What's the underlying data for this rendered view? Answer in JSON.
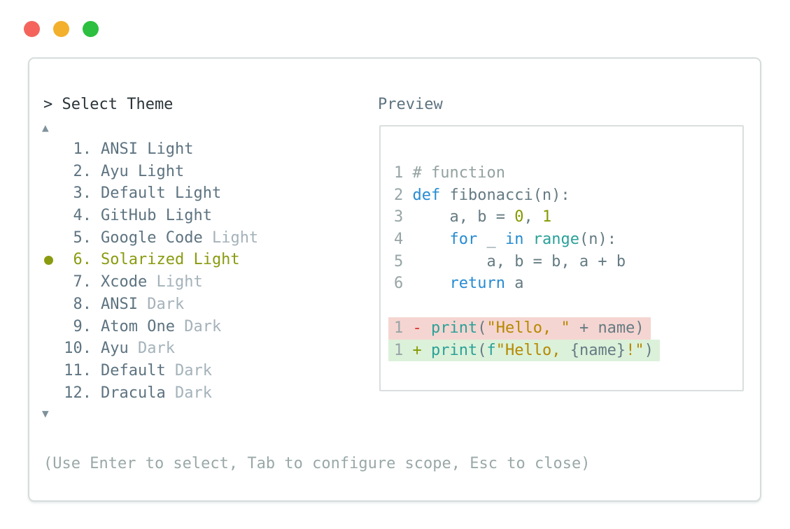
{
  "colors": {
    "tl_red": "#f4645c",
    "tl_yellow": "#f2b02c",
    "tl_green": "#2dbf40",
    "win_border": "#d6dcdc",
    "pane_border": "#dadede",
    "title_text": "#2a3439",
    "slate": "#5d7380",
    "dim": "#a4b2ba",
    "accent": "#8a9b10",
    "arrow": "#7f929b",
    "footer_text": "#9aa8a8",
    "ln": "#97a4a6",
    "comment": "#93a1a1",
    "code": "#657b83",
    "kw": "#268bd2",
    "fn": "#2aa198",
    "str": "#b58900",
    "lit": "#859900",
    "minus": "#dc322f",
    "removed_bg": "#f5d5d1",
    "added_bg": "#dcf1da"
  },
  "window": {
    "controls": [
      {
        "name": "close"
      },
      {
        "name": "minimize"
      },
      {
        "name": "zoom"
      }
    ]
  },
  "palette": {
    "title": "> Select Theme",
    "scroll_up_icon": "▲",
    "scroll_down_icon": "▼",
    "footer_hint": "(Use Enter to select, Tab to configure scope, Esc to close)",
    "themes": [
      {
        "number": "1.",
        "selected": false,
        "segments": [
          {
            "t": "ANSI Light",
            "s": "name"
          }
        ]
      },
      {
        "number": "2.",
        "selected": false,
        "segments": [
          {
            "t": "Ayu Light",
            "s": "name"
          }
        ]
      },
      {
        "number": "3.",
        "selected": false,
        "segments": [
          {
            "t": "Default Light",
            "s": "name"
          }
        ]
      },
      {
        "number": "4.",
        "selected": false,
        "segments": [
          {
            "t": "GitHub Light",
            "s": "name"
          }
        ]
      },
      {
        "number": "5.",
        "selected": false,
        "segments": [
          {
            "t": "Google Code ",
            "s": "name"
          },
          {
            "t": "Light",
            "s": "dim"
          }
        ]
      },
      {
        "number": "6.",
        "selected": true,
        "segments": [
          {
            "t": "Solarized Light",
            "s": "selected"
          }
        ]
      },
      {
        "number": "7.",
        "selected": false,
        "segments": [
          {
            "t": "Xcode ",
            "s": "name"
          },
          {
            "t": "Light",
            "s": "dim"
          }
        ]
      },
      {
        "number": "8.",
        "selected": false,
        "segments": [
          {
            "t": "ANSI ",
            "s": "name"
          },
          {
            "t": "Dark",
            "s": "dim"
          }
        ]
      },
      {
        "number": "9.",
        "selected": false,
        "segments": [
          {
            "t": "Atom One ",
            "s": "name"
          },
          {
            "t": "Dark",
            "s": "dim"
          }
        ]
      },
      {
        "number": "10.",
        "selected": false,
        "segments": [
          {
            "t": "Ayu ",
            "s": "name"
          },
          {
            "t": "Dark",
            "s": "dim"
          }
        ]
      },
      {
        "number": "11.",
        "selected": false,
        "segments": [
          {
            "t": "Default ",
            "s": "name"
          },
          {
            "t": "Dark",
            "s": "dim"
          }
        ]
      },
      {
        "number": "12.",
        "selected": false,
        "segments": [
          {
            "t": "Dracula ",
            "s": "name"
          },
          {
            "t": "Dark",
            "s": "dim"
          }
        ]
      }
    ]
  },
  "preview": {
    "label": "Preview",
    "code_lines": [
      {
        "segments": [
          {
            "t": "1 ",
            "s": "ln"
          },
          {
            "t": "# function",
            "s": "comment"
          }
        ]
      },
      {
        "segments": [
          {
            "t": "2 ",
            "s": "ln"
          },
          {
            "t": "def ",
            "s": "kw"
          },
          {
            "t": "fibonacci(n):",
            "s": "code"
          }
        ]
      },
      {
        "segments": [
          {
            "t": "3 ",
            "s": "ln"
          },
          {
            "t": "    a, b = ",
            "s": "code"
          },
          {
            "t": "0",
            "s": "lit"
          },
          {
            "t": ", ",
            "s": "code"
          },
          {
            "t": "1",
            "s": "lit"
          }
        ]
      },
      {
        "segments": [
          {
            "t": "4 ",
            "s": "ln"
          },
          {
            "t": "    ",
            "s": "code"
          },
          {
            "t": "for",
            "s": "kw"
          },
          {
            "t": " _ ",
            "s": "code"
          },
          {
            "t": "in",
            "s": "kw"
          },
          {
            "t": " ",
            "s": "code"
          },
          {
            "t": "range",
            "s": "fn"
          },
          {
            "t": "(n):",
            "s": "code"
          }
        ]
      },
      {
        "segments": [
          {
            "t": "5 ",
            "s": "ln"
          },
          {
            "t": "        a, b = b, a + b",
            "s": "code"
          }
        ]
      },
      {
        "segments": [
          {
            "t": "6 ",
            "s": "ln"
          },
          {
            "t": "    ",
            "s": "code"
          },
          {
            "t": "return",
            "s": "kw"
          },
          {
            "t": " a",
            "s": "code"
          }
        ]
      },
      {
        "segments": []
      },
      {
        "diff": "removed",
        "segments": [
          {
            "t": "1 ",
            "s": "ln"
          },
          {
            "t": "- ",
            "s": "minus"
          },
          {
            "t": "print",
            "s": "fn"
          },
          {
            "t": "(",
            "s": "code"
          },
          {
            "t": "\"Hello, \"",
            "s": "str"
          },
          {
            "t": " + name)",
            "s": "code"
          }
        ]
      },
      {
        "diff": "added",
        "segments": [
          {
            "t": "1 ",
            "s": "ln"
          },
          {
            "t": "+ ",
            "s": "plus"
          },
          {
            "t": "print",
            "s": "fn"
          },
          {
            "t": "(",
            "s": "code"
          },
          {
            "t": "f",
            "s": "fn"
          },
          {
            "t": "\"Hello, ",
            "s": "str"
          },
          {
            "t": "{name}",
            "s": "code"
          },
          {
            "t": "!\"",
            "s": "str"
          },
          {
            "t": ")",
            "s": "code"
          }
        ]
      }
    ]
  }
}
